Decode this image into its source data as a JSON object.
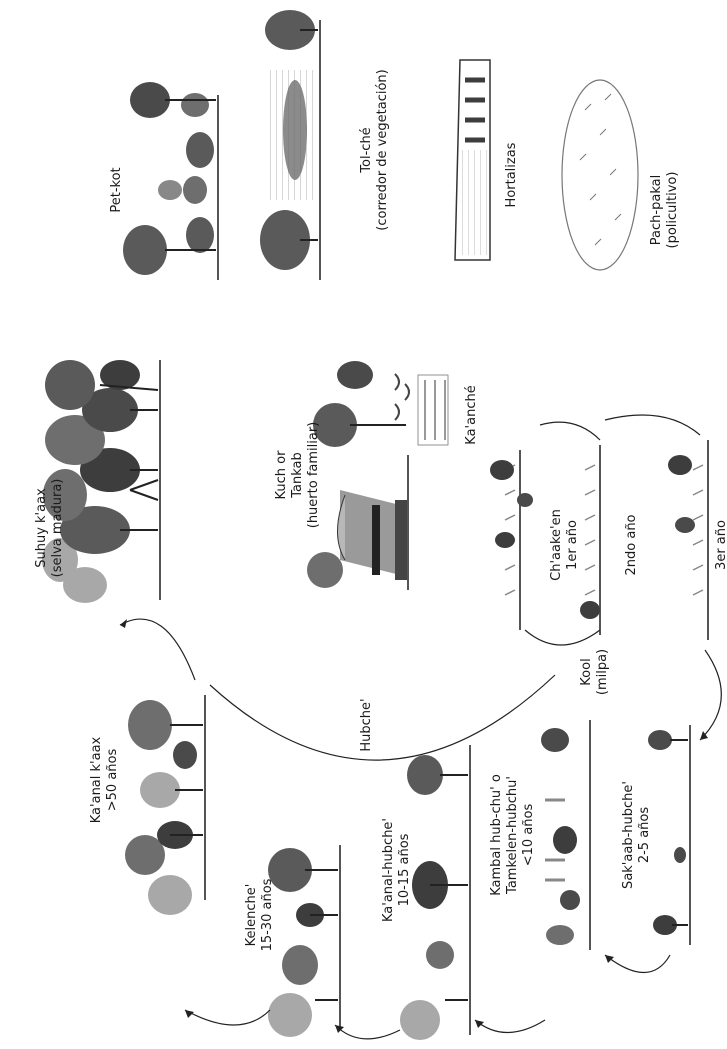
{
  "labels": {
    "pet_kot": "Pet-kot",
    "tol_che_1": "Tol-ché",
    "tol_che_2": "(corredor de vegetación)",
    "hortalizas": "Hortalizas",
    "pach_pakal_1": "Pach-pakal",
    "pach_pakal_2": "(policultivo)",
    "suhuy_1": "Suhuy k'aax",
    "suhuy_2": "(selva madura)",
    "kuch_1": "Kuch or",
    "kuch_2": "Tankab",
    "kuch_3": "(huerto familiar)",
    "kaanche": "Ka'anché",
    "chaakeen": "Ch'aake'en",
    "year1": "1er año",
    "year2": "2ndo año",
    "year3": "3er año",
    "kool_1": "Kool",
    "kool_2": "(milpa)",
    "hubche": "Hubche'",
    "kanal_kaax_1": "Ka'anal k'aax",
    "kanal_kaax_2": ">50 años",
    "kelenche_1": "Kelenche'",
    "kelenche_2": "15-30 años",
    "kanal_hubche_1": "Ka'anal-hubche'",
    "kanal_hubche_2": "10-15 años",
    "kambal_1": "Kambal hub-chu' o",
    "kambal_2": "Tamkelen-hubchu'",
    "kambal_3": "<10 años",
    "sakaab_1": "Sak'aab-hubche'",
    "sakaab_2": "2-5 años"
  },
  "colors": {
    "canopy_dark": "#3d3d3d",
    "canopy_mid": "#6e6e6e",
    "canopy_light": "#a8a8a8",
    "ground": "#555555"
  }
}
